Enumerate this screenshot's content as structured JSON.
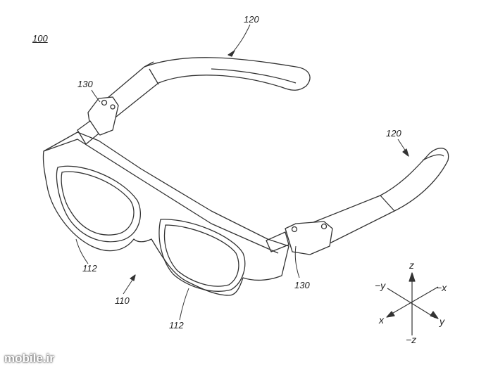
{
  "figure": {
    "number": "100",
    "labels": {
      "temple_top": "120",
      "temple_right": "120",
      "hinge_left": "130",
      "hinge_right": "130",
      "lens_left": "112",
      "lens_right": "112",
      "frame": "110"
    },
    "axes": {
      "z": "z",
      "neg_z": "−z",
      "x": "x",
      "neg_x": "−x",
      "y": "y",
      "neg_y": "−y"
    }
  },
  "watermark": "mobile.ir"
}
